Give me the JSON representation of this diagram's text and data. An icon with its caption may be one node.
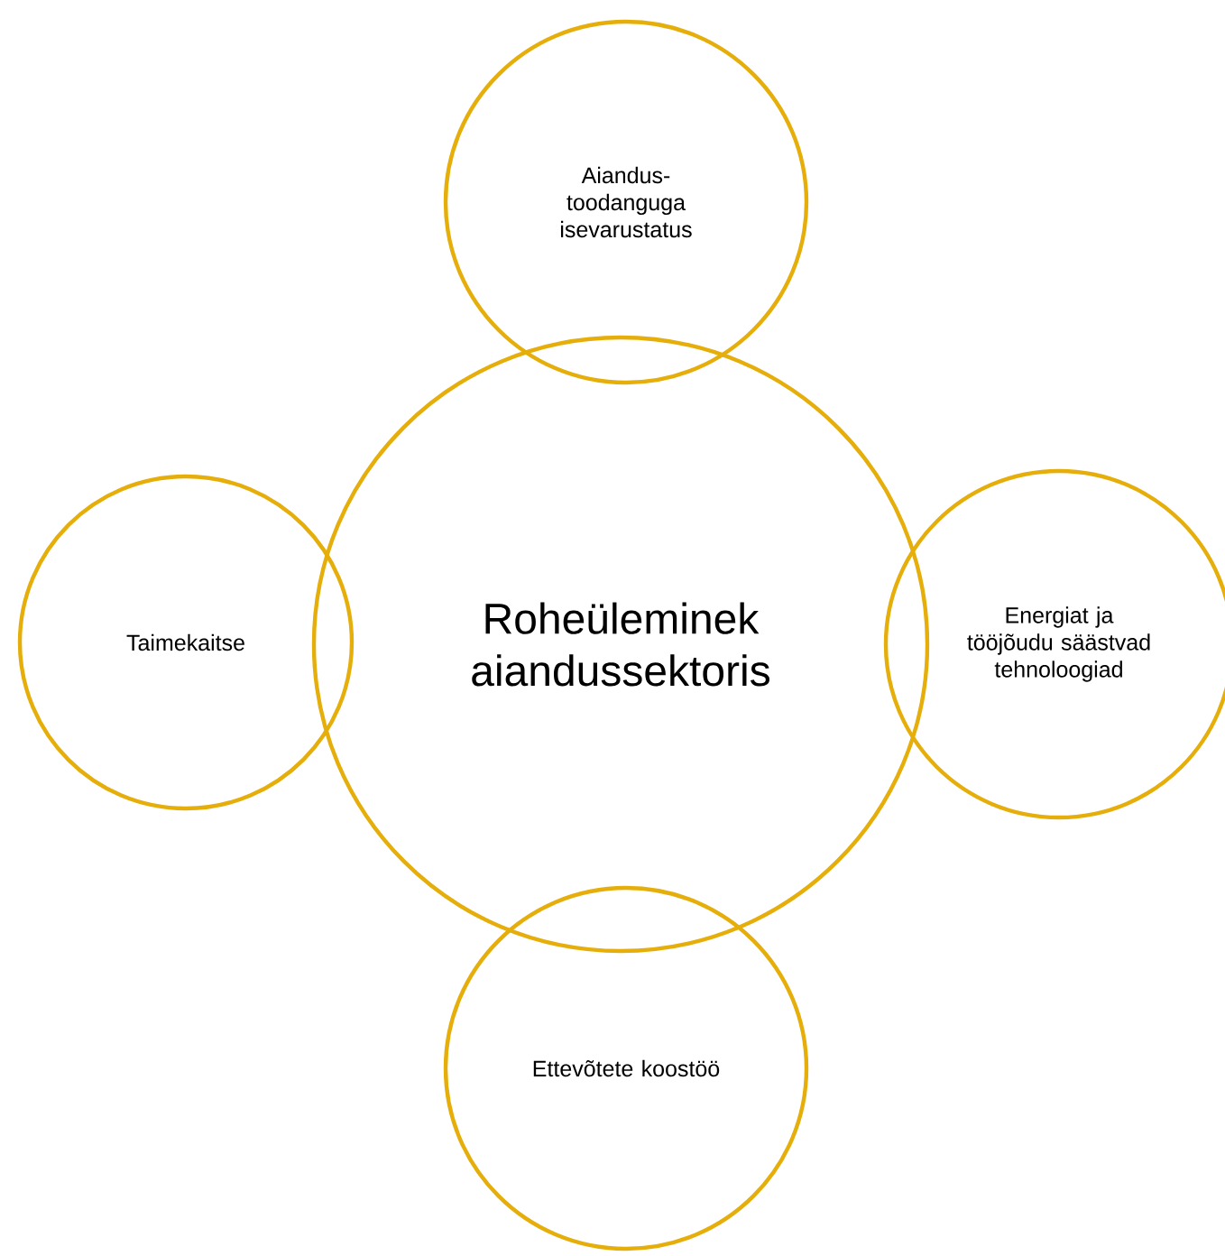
{
  "diagram": {
    "nodes": [
      {
        "text": [
          "Aiandus-toodanguga isevarustatus"
        ]
      },
      {
        "text": [
          "Taimekaitse"
        ]
      },
      {
        "text": [
          "Roheüleminek aiandussektoris"
        ]
      },
      {
        "text": [
          "Energiat ja tööjõudu säästvad tehnoloogiad"
        ]
      },
      {
        "text": [
          "Ettevõtete koostöö"
        ]
      }
    ]
  }
}
